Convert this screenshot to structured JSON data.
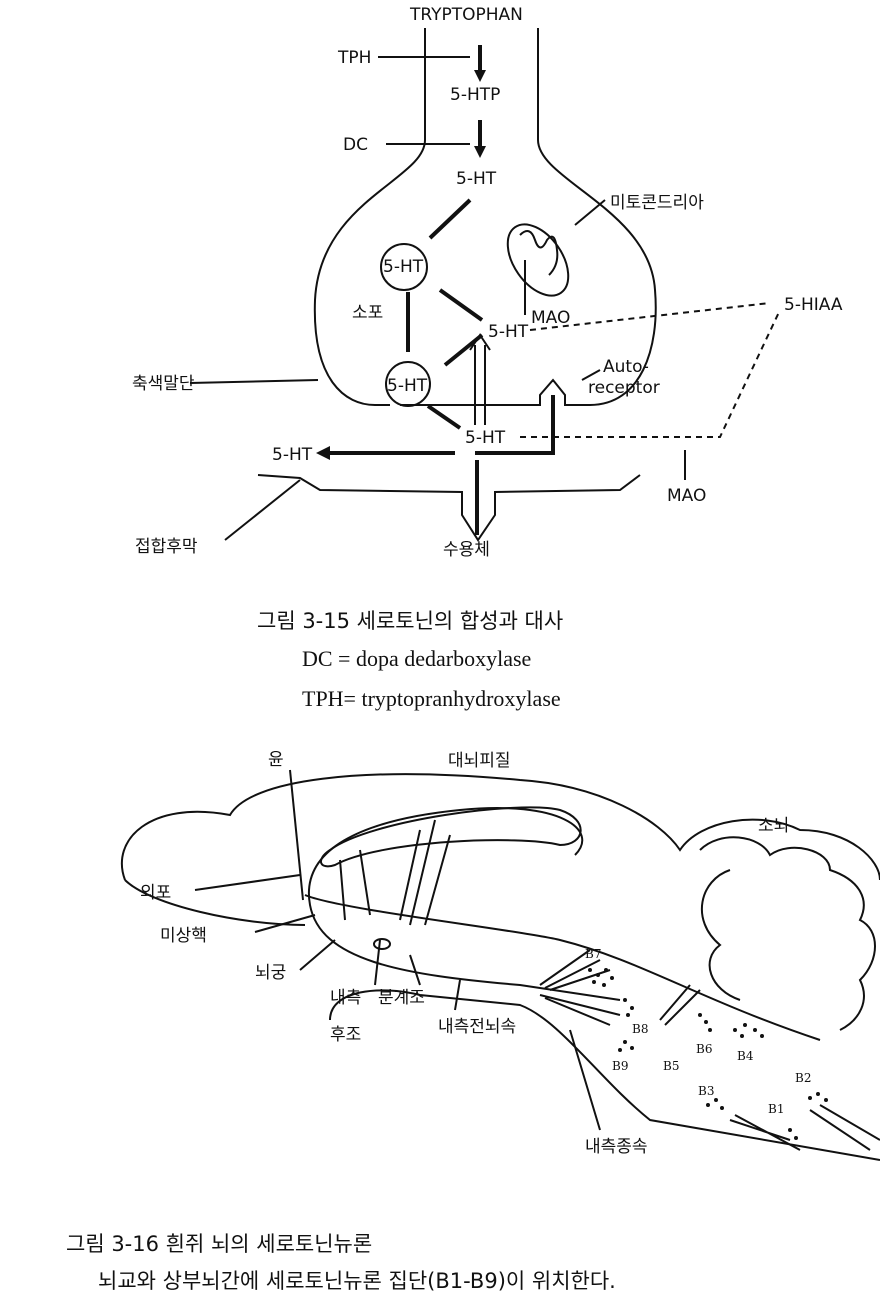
{
  "figure_3_15": {
    "labels": {
      "tryptophan": "TRYPTOPHAN",
      "tph": "TPH",
      "htp": "5-HTP",
      "dc": "DC",
      "ht_top": "5-HT",
      "mitochondria": "미토콘드리아",
      "ht_vesicle1": "5-HT",
      "vesicle": "소포",
      "mao_inner": "MAO",
      "ht_middle": "5-HT",
      "hiaa": "5-HIAA",
      "auto": "Auto-",
      "receptor": "receptor",
      "axon_terminal": "축색말단",
      "ht_vesicle2": "5-HT",
      "ht_cleft": "5-HT",
      "ht_left": "5-HT",
      "mao_outer": "MAO",
      "postsynaptic": "접합후막",
      "receptor_kr": "수용체"
    },
    "caption": "그림 3-15  세로토닌의 합성과 대사",
    "note_dc": "DC = dopa dedarboxylase",
    "note_tph": "TPH= tryptopranhydroxylase"
  },
  "figure_3_16": {
    "labels": {
      "yun": "윤",
      "cortex": "대뇌피질",
      "cerebellum": "소뇌",
      "external_capsule": "외포",
      "caudate": "미상핵",
      "fornix": "뇌궁",
      "medial": "내측",
      "stria_terminalis": "분계조",
      "posterior": "후조",
      "mfb": "내측전뇌속",
      "longitudinal": "내측종속"
    },
    "groups": [
      "B7",
      "B8",
      "B9",
      "B5",
      "B6",
      "B4",
      "B3",
      "B1",
      "B2"
    ],
    "caption": "그림 3-16  흰쥐 뇌의 세로토닌뉴론",
    "description": "뇌교와 상부뇌간에 세로토닌뉴론 집단(B1-B9)이 위치한다."
  }
}
